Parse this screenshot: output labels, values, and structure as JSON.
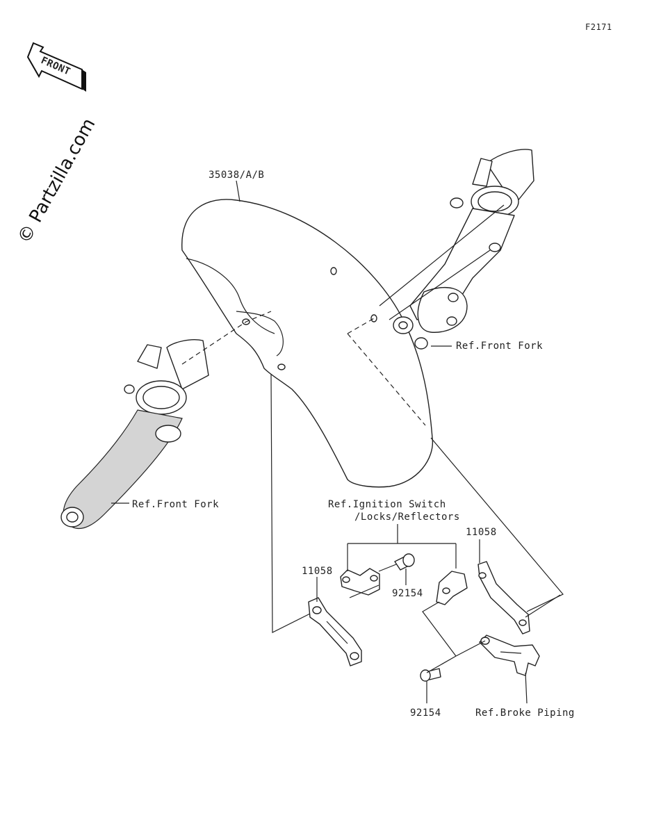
{
  "diagram_code": "F2171",
  "front_arrow_label": "FRONT",
  "watermark": "© Partzilla.com",
  "labels": {
    "fender": "35038/A/B",
    "front_fork_right": "Ref.Front Fork",
    "front_fork_left": "Ref.Front Fork",
    "ignition_line1": "Ref.Ignition Switch",
    "ignition_line2": "/Locks/Reflectors",
    "bracket_left": "11058",
    "bracket_right": "11058",
    "bolt_upper": "92154",
    "bolt_lower": "92154",
    "brake_piping": "Ref.Broke Piping"
  }
}
